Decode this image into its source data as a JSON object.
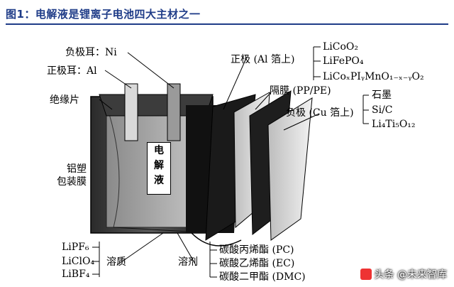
{
  "header": {
    "title": "图1：电解液是锂离子电池四大主材之一"
  },
  "diagram": {
    "neg_tab": "负极耳：Ni",
    "pos_tab": "正极耳：Al",
    "insulation": "绝缘片",
    "pouch": [
      "铝塑",
      "包装膜"
    ],
    "electrolyte": [
      "电",
      "解",
      "液"
    ],
    "cathode": {
      "label": "正极 (Al 箔上)",
      "items": [
        "LiCoO₂",
        "LiFePO₄",
        "LiCoₓPIᵧMnO₁₋ₓ₋ᵧO₂"
      ]
    },
    "separator": "隔膜 (PP/PE)",
    "anode": {
      "label": "负极 (Cu 箔上)",
      "items": [
        "石墨",
        "Si/C",
        "Li₄Ti₅O₁₂"
      ]
    },
    "solute": {
      "label": "溶质",
      "items": [
        "LiPF₆",
        "LiClO₄",
        "LiBF₄"
      ]
    },
    "solvent": {
      "label": "溶剂",
      "items": [
        "碳酸丙烯酯 (PC)",
        "碳酸乙烯酯 (EC)",
        "碳酸二甲酯 (DMC)"
      ]
    }
  },
  "watermark": "头条 @未来智库"
}
